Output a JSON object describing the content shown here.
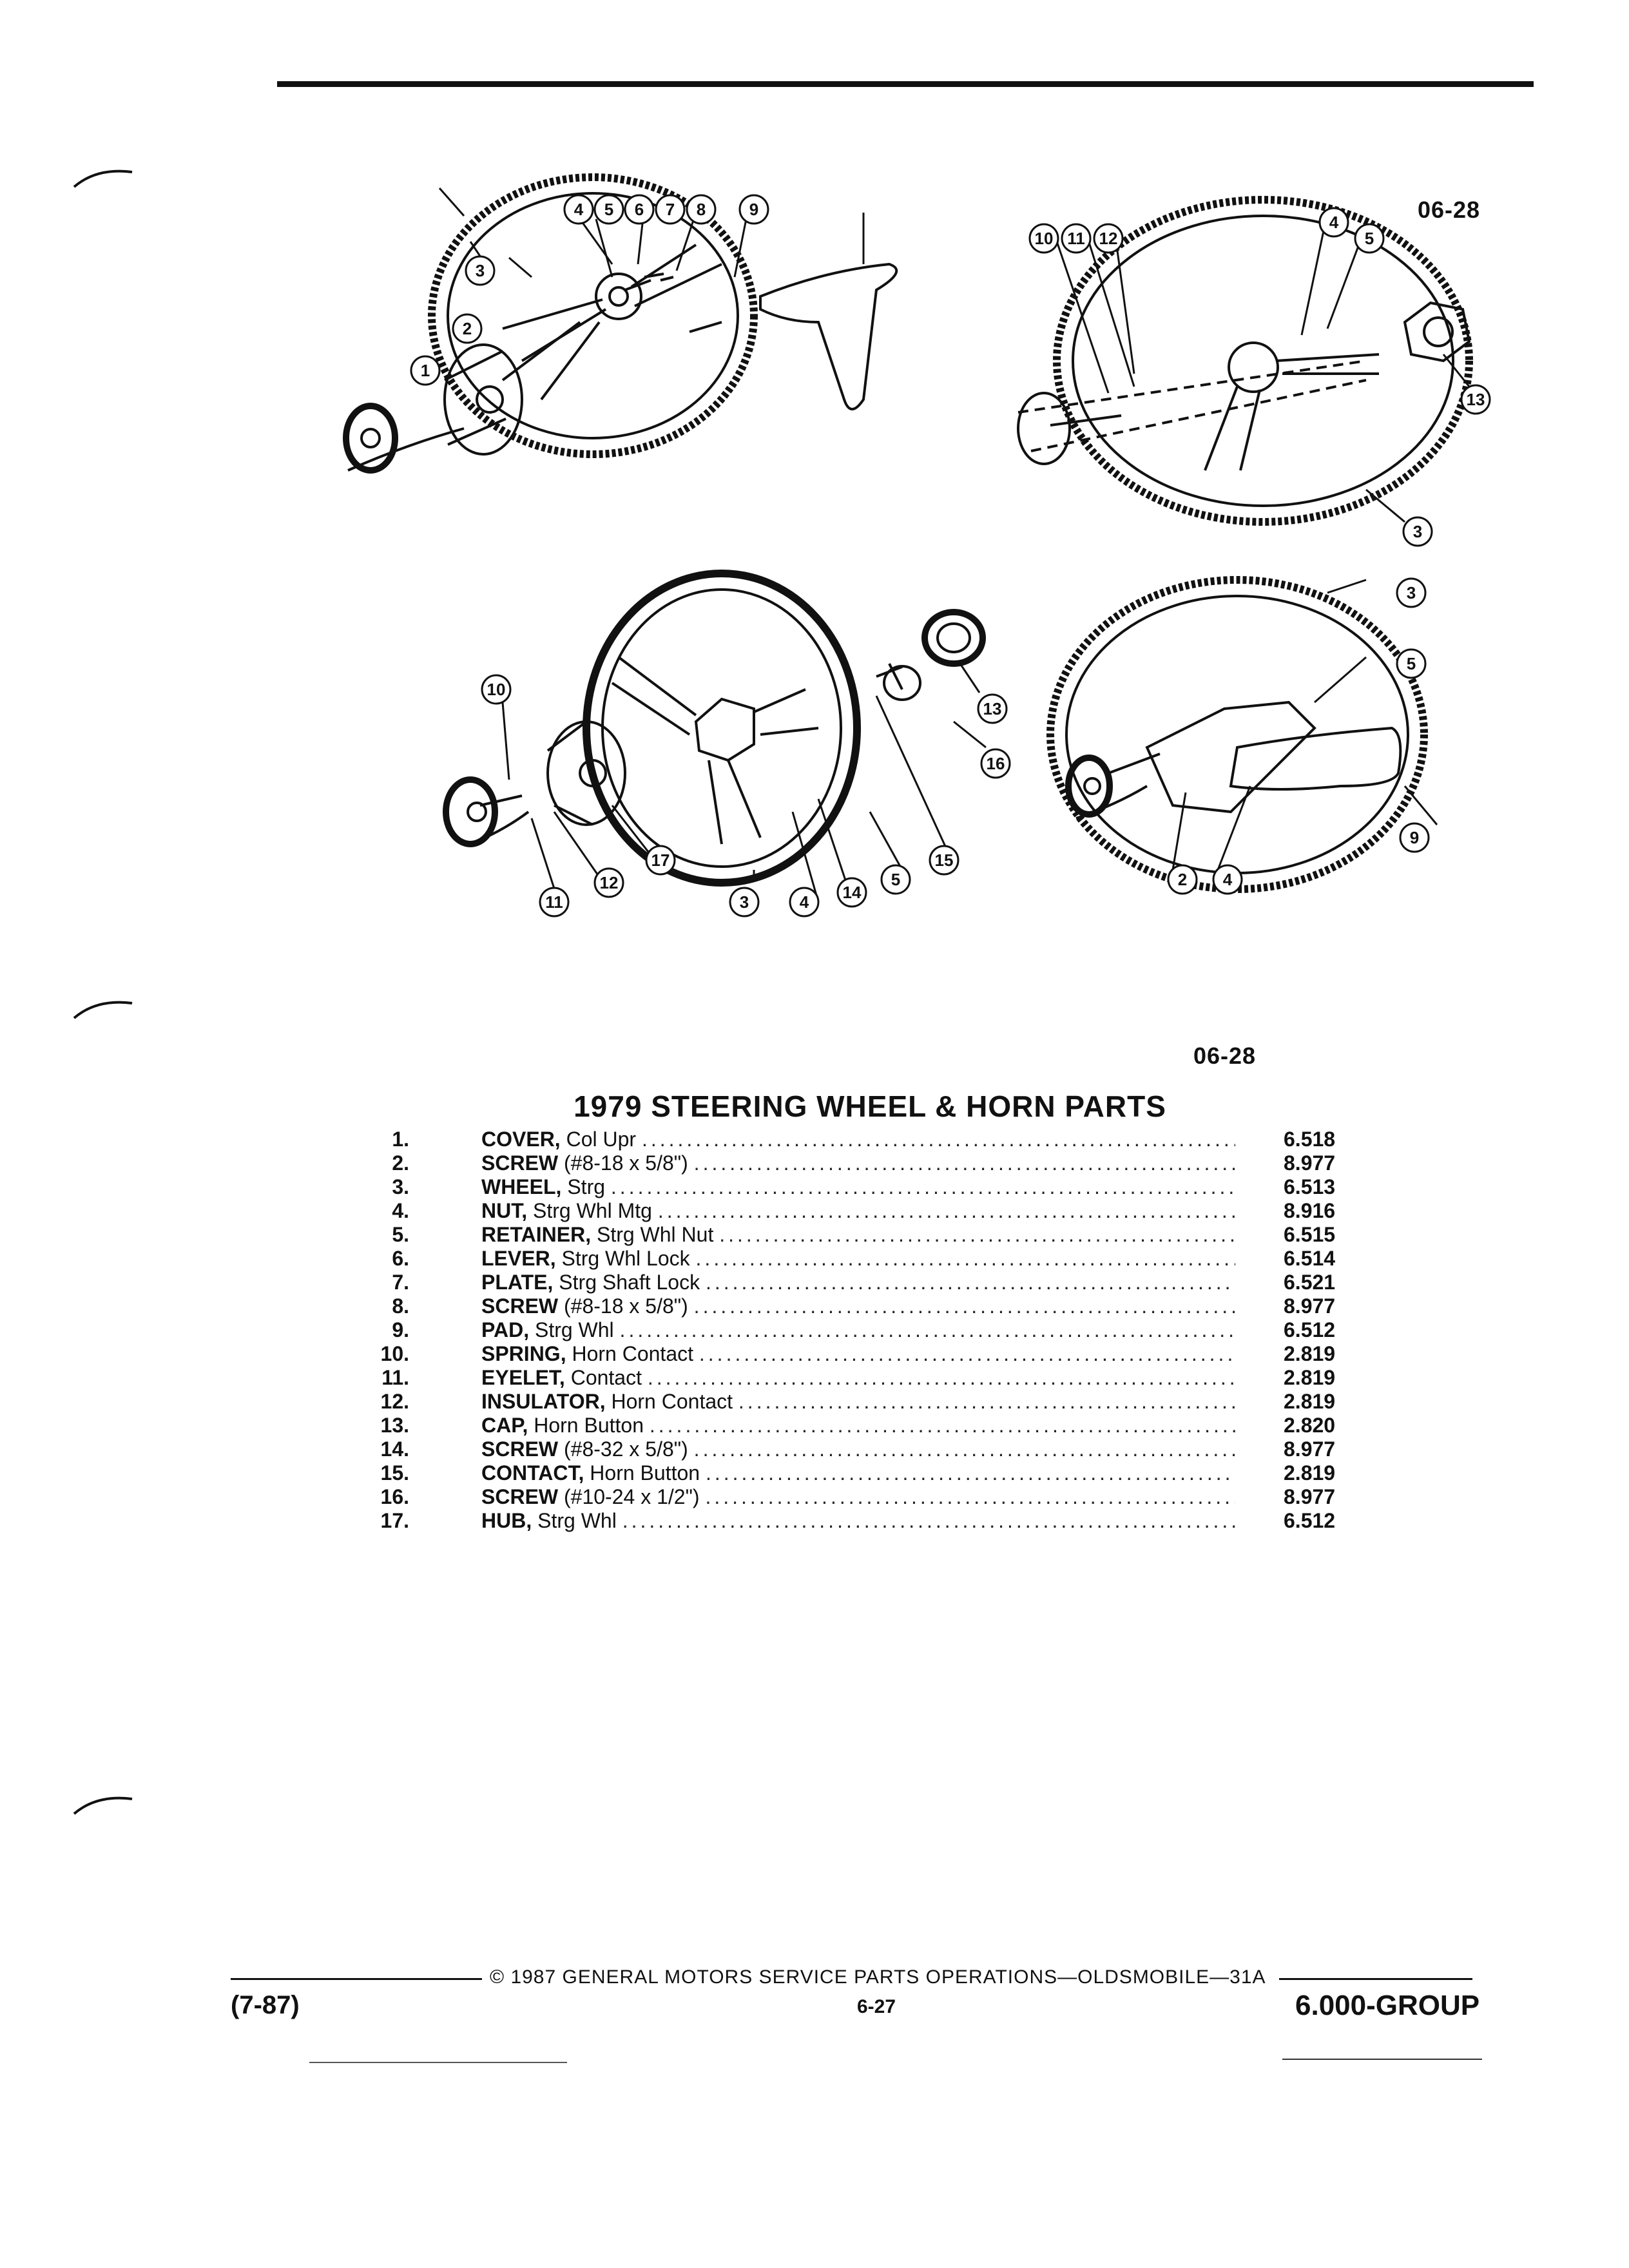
{
  "figure": {
    "code_top": "06-28",
    "code_bottom": "06-28"
  },
  "title": "1979 STEERING WHEEL & HORN PARTS",
  "parts": [
    {
      "num": "1.",
      "name": "COVER,",
      "desc": "Col Upr",
      "group": "6.518"
    },
    {
      "num": "2.",
      "name": "SCREW",
      "desc": "(#8-18 x 5/8\")",
      "group": "8.977"
    },
    {
      "num": "3.",
      "name": "WHEEL,",
      "desc": "Strg",
      "group": "6.513"
    },
    {
      "num": "4.",
      "name": "NUT,",
      "desc": "Strg Whl Mtg",
      "group": "8.916"
    },
    {
      "num": "5.",
      "name": "RETAINER,",
      "desc": "Strg Whl Nut",
      "group": "6.515"
    },
    {
      "num": "6.",
      "name": "LEVER,",
      "desc": "Strg Whl Lock",
      "group": "6.514"
    },
    {
      "num": "7.",
      "name": "PLATE,",
      "desc": "Strg Shaft Lock",
      "group": "6.521"
    },
    {
      "num": "8.",
      "name": "SCREW",
      "desc": "(#8-18 x 5/8\")",
      "group": "8.977"
    },
    {
      "num": "9.",
      "name": "PAD,",
      "desc": "Strg Whl",
      "group": "6.512"
    },
    {
      "num": "10.",
      "name": "SPRING,",
      "desc": "Horn Contact",
      "group": "2.819"
    },
    {
      "num": "11.",
      "name": "EYELET,",
      "desc": "Contact",
      "group": "2.819"
    },
    {
      "num": "12.",
      "name": "INSULATOR,",
      "desc": "Horn Contact",
      "group": "2.819"
    },
    {
      "num": "13.",
      "name": "CAP,",
      "desc": "Horn Button",
      "group": "2.820"
    },
    {
      "num": "14.",
      "name": "SCREW",
      "desc": "(#8-32 x 5/8\")",
      "group": "8.977"
    },
    {
      "num": "15.",
      "name": "CONTACT,",
      "desc": "Horn Button",
      "group": "2.819"
    },
    {
      "num": "16.",
      "name": "SCREW",
      "desc": "(#10-24 x 1/2\")",
      "group": "8.977"
    },
    {
      "num": "17.",
      "name": "HUB,",
      "desc": "Strg Whl",
      "group": "6.512"
    }
  ],
  "footer": {
    "copyright": "© 1987 GENERAL MOTORS SERVICE PARTS OPERATIONS—OLDSMOBILE—31A",
    "date": "(7-87)",
    "page": "6-27",
    "group": "6.000-GROUP"
  }
}
